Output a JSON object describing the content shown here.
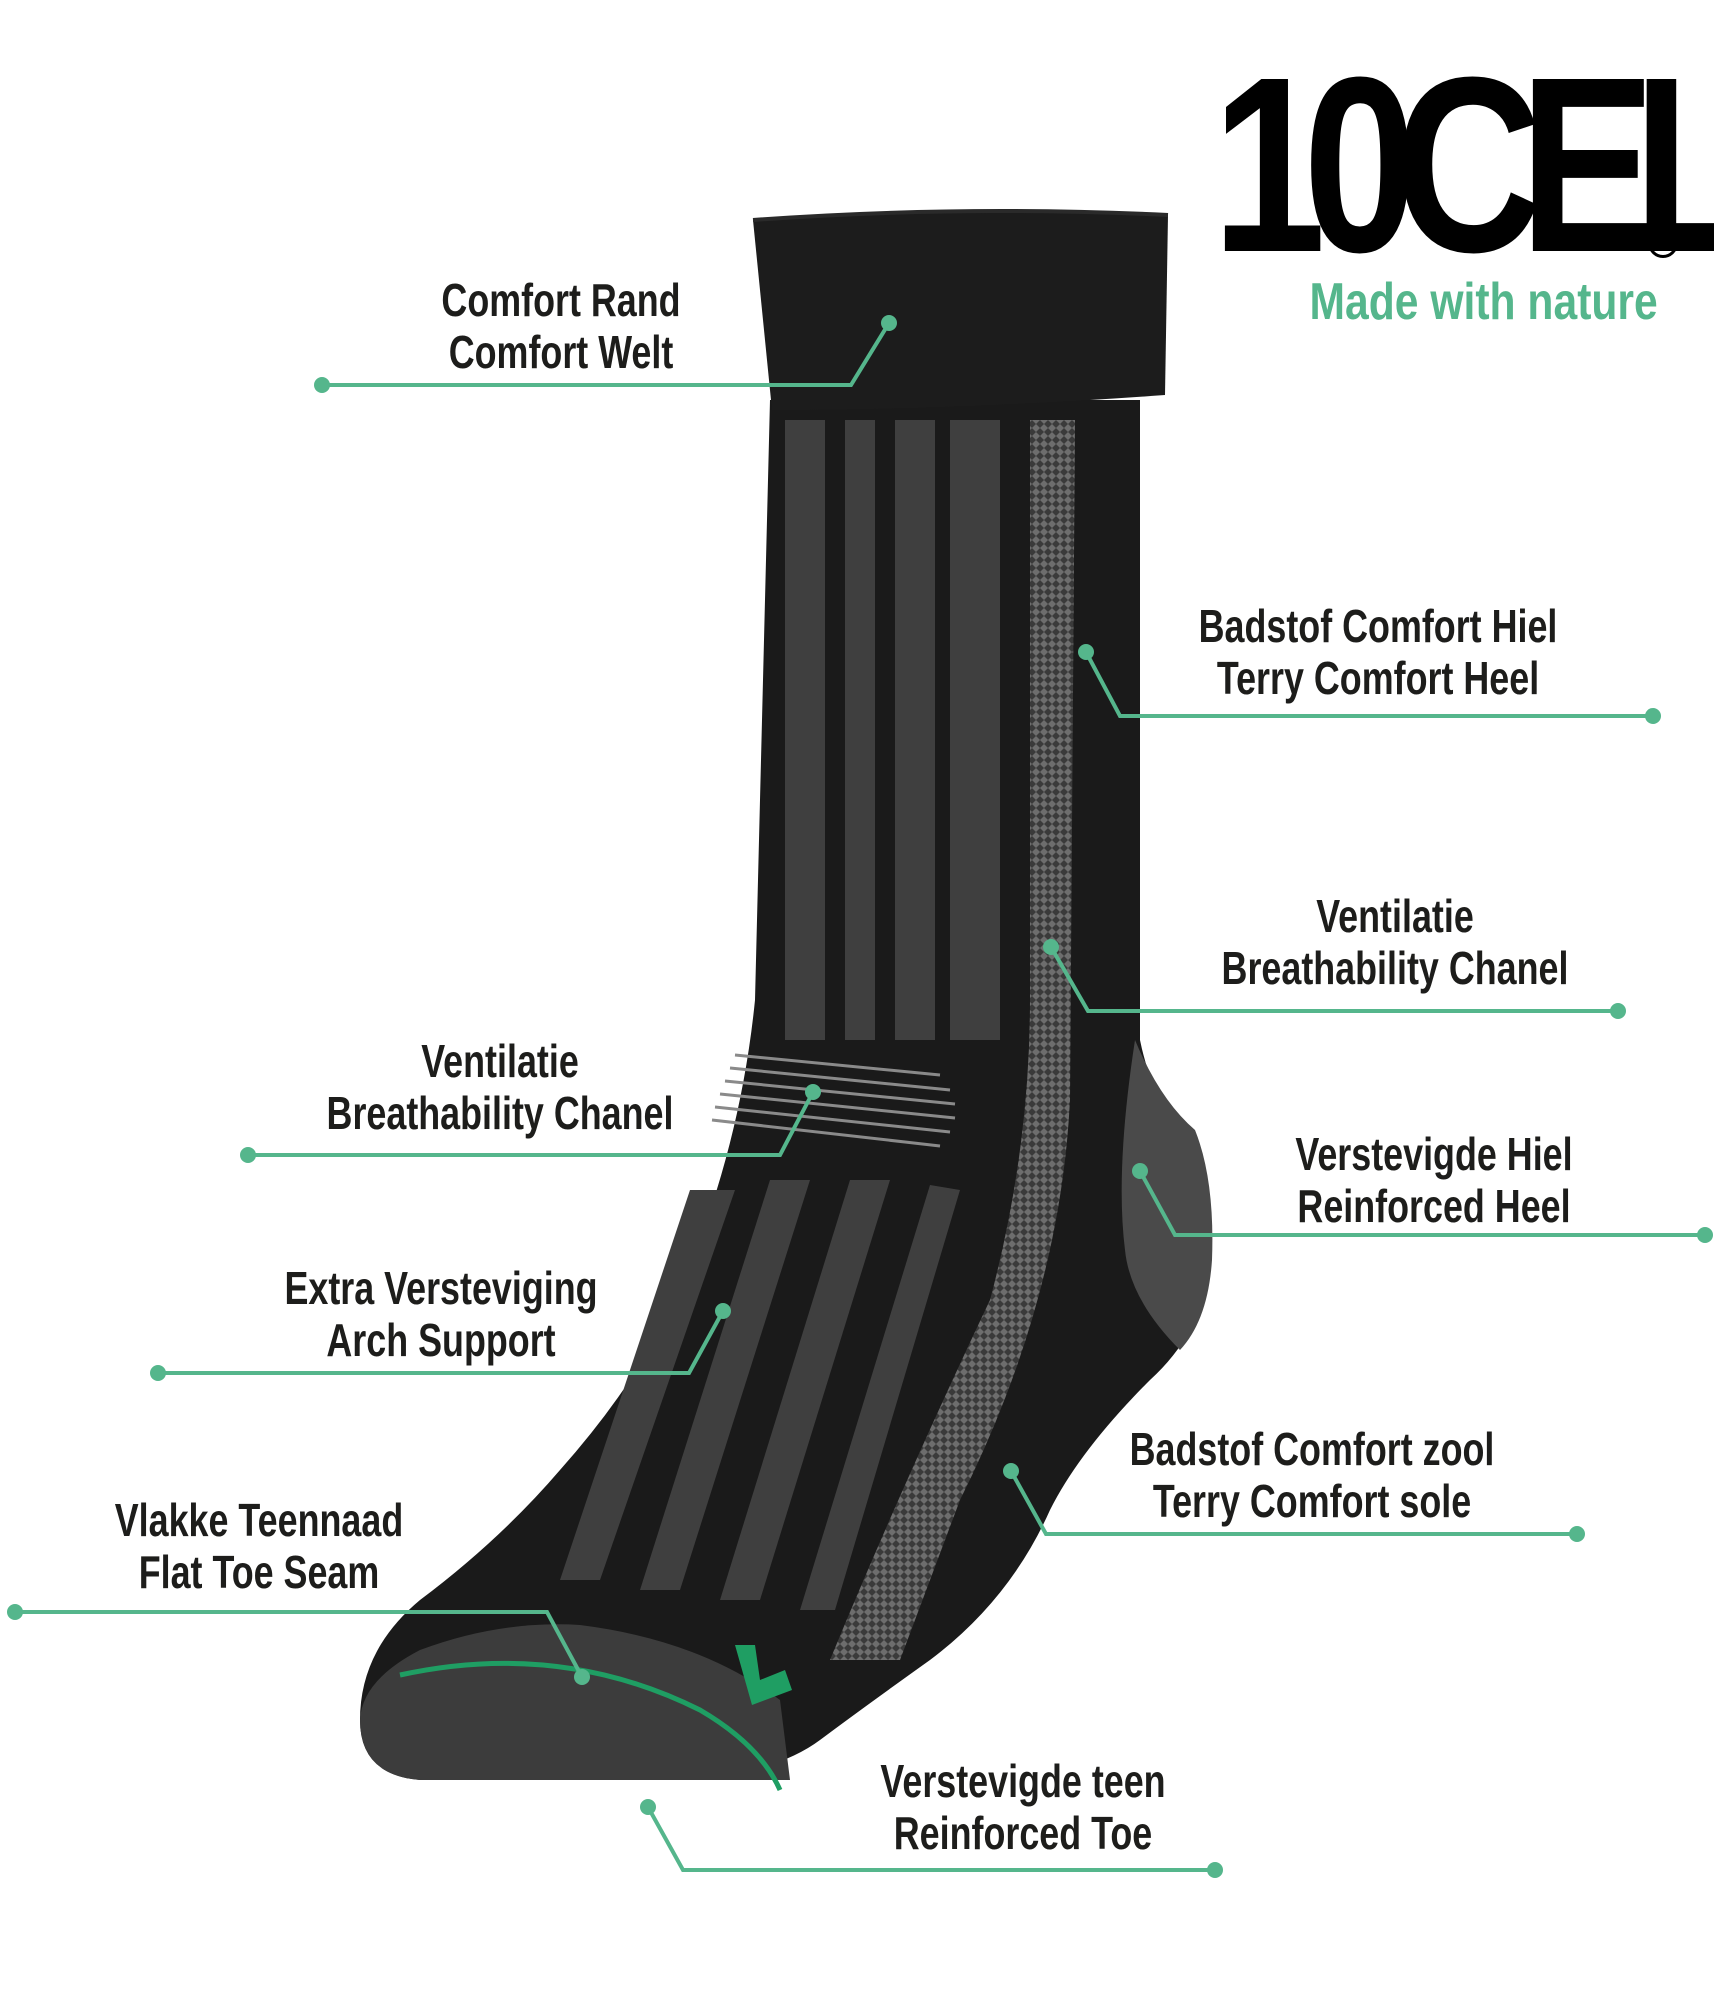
{
  "brand": {
    "logo_text": "10CEL",
    "registered_mark": "R",
    "tagline": "Made with nature"
  },
  "colors": {
    "accent_green": "#55b68c",
    "sock_black": "#1a1a1a",
    "sock_gray": "#4a4a4a",
    "text_dark": "#1d1d1b",
    "seam_green": "#1f9e63"
  },
  "callouts": [
    {
      "id": "comfort-welt",
      "line1": "Comfort Rand",
      "line2": "Comfort Welt"
    },
    {
      "id": "terry-heel",
      "line1": "Badstof Comfort Hiel",
      "line2": "Terry Comfort Heel"
    },
    {
      "id": "breathability-right",
      "line1": "Ventilatie",
      "line2": "Breathability Chanel"
    },
    {
      "id": "breathability-left",
      "line1": "Ventilatie",
      "line2": "Breathability Chanel"
    },
    {
      "id": "reinforced-heel",
      "line1": "Verstevigde Hiel",
      "line2": "Reinforced Heel"
    },
    {
      "id": "arch-support",
      "line1": "Extra Versteviging",
      "line2": "Arch Support"
    },
    {
      "id": "terry-sole",
      "line1": "Badstof Comfort zool",
      "line2": "Terry Comfort sole"
    },
    {
      "id": "flat-toe-seam",
      "line1": "Vlakke Teennaad",
      "line2": "Flat Toe Seam"
    },
    {
      "id": "reinforced-toe",
      "line1": "Verstevigde teen",
      "line2": "Reinforced Toe"
    }
  ]
}
